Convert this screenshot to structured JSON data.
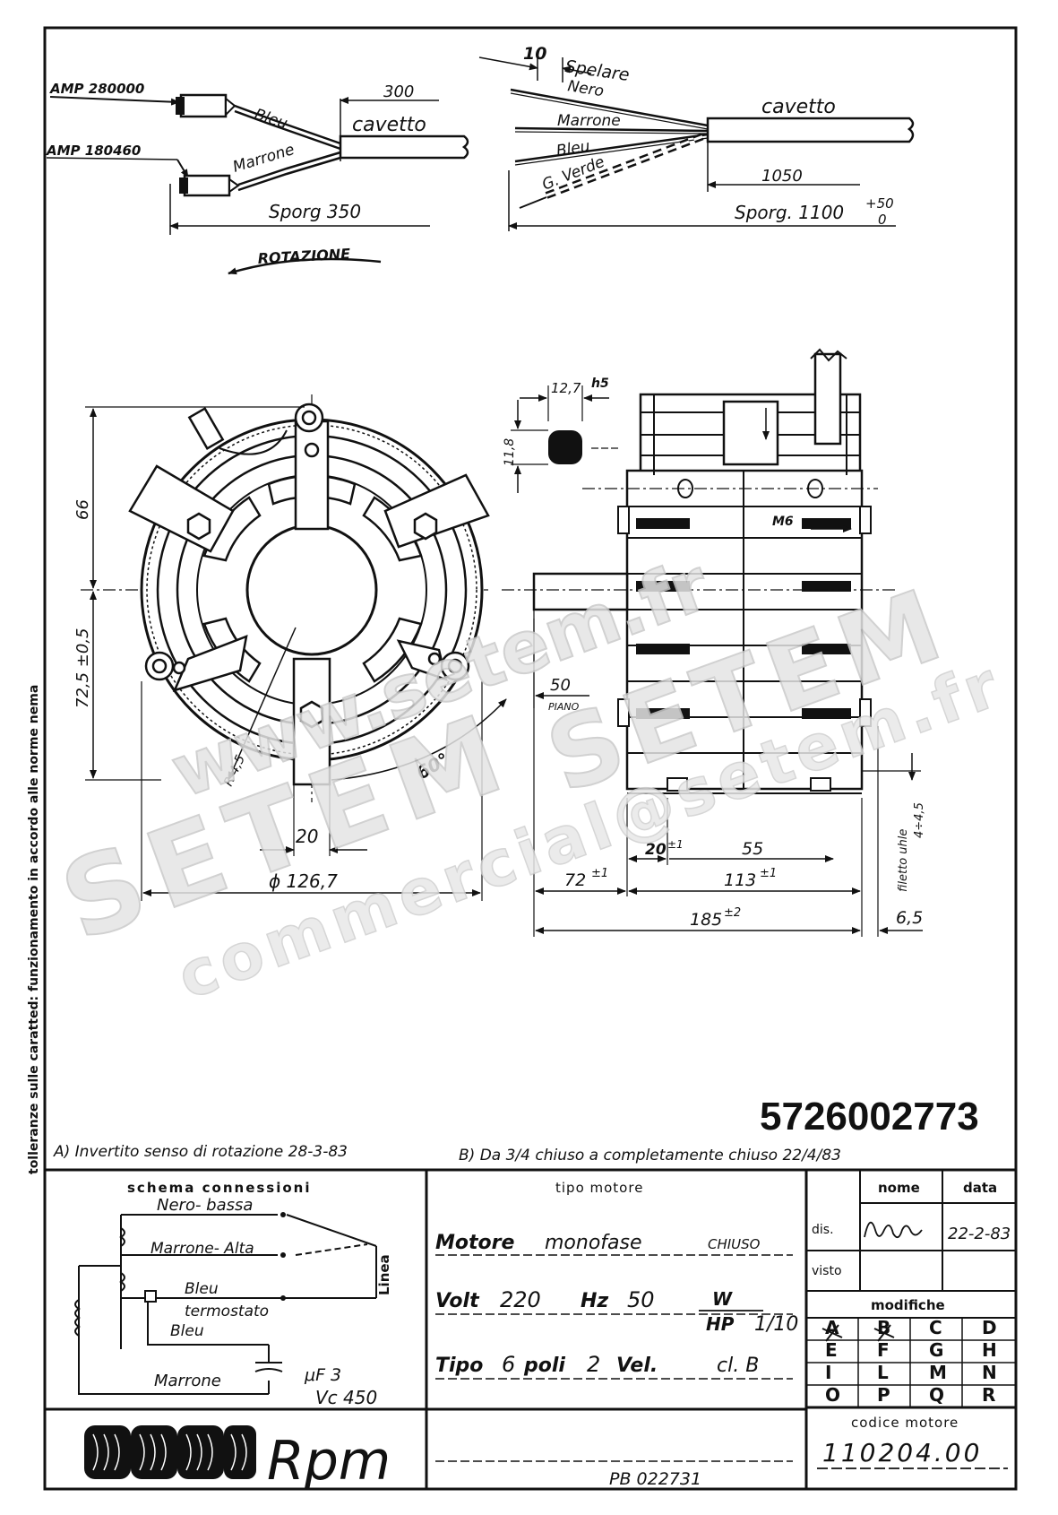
{
  "side_note": "tolleranze sulle caratted: funzionamento in accordo alle norme nema",
  "left_cable": {
    "conn1": "AMP 280000",
    "conn2": "AMP 180460",
    "wire1": "Bleu",
    "wire2": "Marrone",
    "cable": "cavetto",
    "len": "300",
    "sporg": "Sporg 350"
  },
  "rotation_label": "ROTAZIONE",
  "right_cable": {
    "strip_len": "10",
    "strip": "Spelare",
    "w1": "Nero",
    "w2": "Marrone",
    "w3": "Bleu",
    "w4": "G. Verde",
    "cable": "cavetto",
    "len": "1050",
    "sporg": "Sporg. 1100",
    "tol_up": "+50",
    "tol_dn": "0"
  },
  "front_view": {
    "d66": "66",
    "d725": "72,5 ±0,5",
    "r45": "R 4,5",
    "angle": "60°",
    "d20": "20",
    "dia": "ϕ 126,7"
  },
  "side_view": {
    "shaft_w": "12,7",
    "shaft_tol": "h5",
    "shaft_flat": "11,8",
    "thread": "M6",
    "d50": "50",
    "piano": "PIANO",
    "d20": "20",
    "d20tol": "±1",
    "d55": "55",
    "d72": "72",
    "d72tol": "±1",
    "d113": "113",
    "d113tol": "±1",
    "d185": "185",
    "d185tol": "±2",
    "d65": "6,5",
    "filetto": "filetto uhle",
    "filetto_range": "4÷4,5"
  },
  "part_number": "5726002773",
  "revisions": {
    "a": "A) Invertito senso di rotazione 28-3-83",
    "b": "B) Da 3/4 chiuso a completamente chiuso 22/4/83"
  },
  "schema": {
    "title": "schema connessioni",
    "l1": "Nero- bassa",
    "l2": "Marrone- Alta",
    "l3": "Bleu",
    "l4": "termostato",
    "l5": "Bleu",
    "l6": "Marrone",
    "linea": "Linea",
    "uf": "μF 3",
    "vc": "Vc 450"
  },
  "tipo": {
    "header": "tipo motore",
    "motore_label": "Motore",
    "motore_val": "monofase",
    "chiuso": "CHIUSO",
    "volt_label": "Volt",
    "volt_val": "220",
    "hz_label": "Hz",
    "hz_val": "50",
    "w_label": "W",
    "hp_label": "HP",
    "hp_val": "1/10",
    "tipo_label": "Tipo",
    "poli_val": "6",
    "poli_label": "poli",
    "vel_val": "2",
    "vel_label": "Vel.",
    "classe": "cl. B"
  },
  "meta": {
    "nome": "nome",
    "data": "data",
    "dis": "dis.",
    "visto": "visto",
    "dis_date": "22-2-83",
    "modifiche": "modifiche",
    "grid": [
      "A",
      "B",
      "C",
      "D",
      "E",
      "F",
      "G",
      "H",
      "I",
      "L",
      "M",
      "N",
      "O",
      "P",
      "Q",
      "R"
    ],
    "codice_label": "codice motore",
    "codice": "110204.00"
  },
  "footer": {
    "brand": "Rpm",
    "ref": "PB 022731"
  },
  "watermark": {
    "w1": "www.setem.fr",
    "w2": "SETEM",
    "w3": "SETEM",
    "w4": "commercial@setem.fr"
  }
}
